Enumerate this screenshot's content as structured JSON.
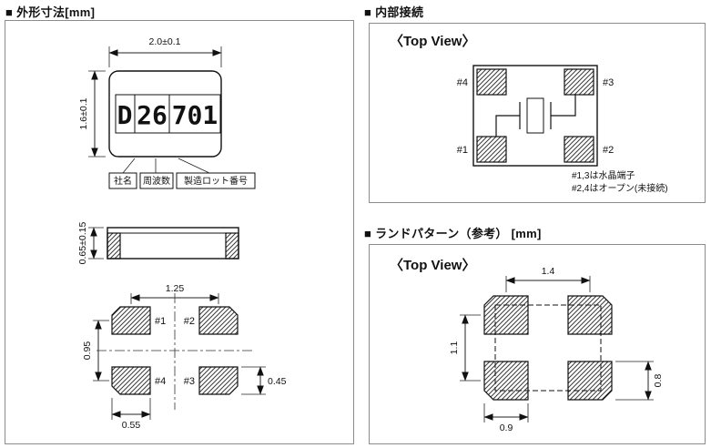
{
  "outline": {
    "title": "■ 外形寸法[mm]",
    "top_view": {
      "width_dim": "2.0±0.1",
      "height_dim": "1.6±0.1",
      "marking_groups": [
        "D",
        "26",
        "701"
      ],
      "labels": {
        "company": "社名",
        "frequency": "周波数",
        "lot": "製造ロット番号"
      }
    },
    "side_view": {
      "thickness_dim": "0.65±0.15"
    },
    "bottom_view": {
      "pitch_x_dim": "1.25",
      "pitch_y_dim": "0.95",
      "pad_width_dim": "0.55",
      "pad_height_dim": "0.45",
      "pads": {
        "tl": "#1",
        "tr": "#2",
        "bl": "#4",
        "br": "#3"
      }
    }
  },
  "internal": {
    "title": "■ 内部接続",
    "view_label": "〈Top View〉",
    "pads": {
      "tl": "#4",
      "tr": "#3",
      "bl": "#1",
      "br": "#2"
    },
    "notes": [
      "#1,3は水晶端子",
      "#2,4はオープン(未接続)"
    ]
  },
  "land": {
    "title": "■ ランドパターン（参考） [mm]",
    "view_label": "〈Top View〉",
    "pitch_x_dim": "1.4",
    "pitch_y_dim": "1.1",
    "pad_width_dim": "0.9",
    "pad_height_dim": "0.8"
  }
}
